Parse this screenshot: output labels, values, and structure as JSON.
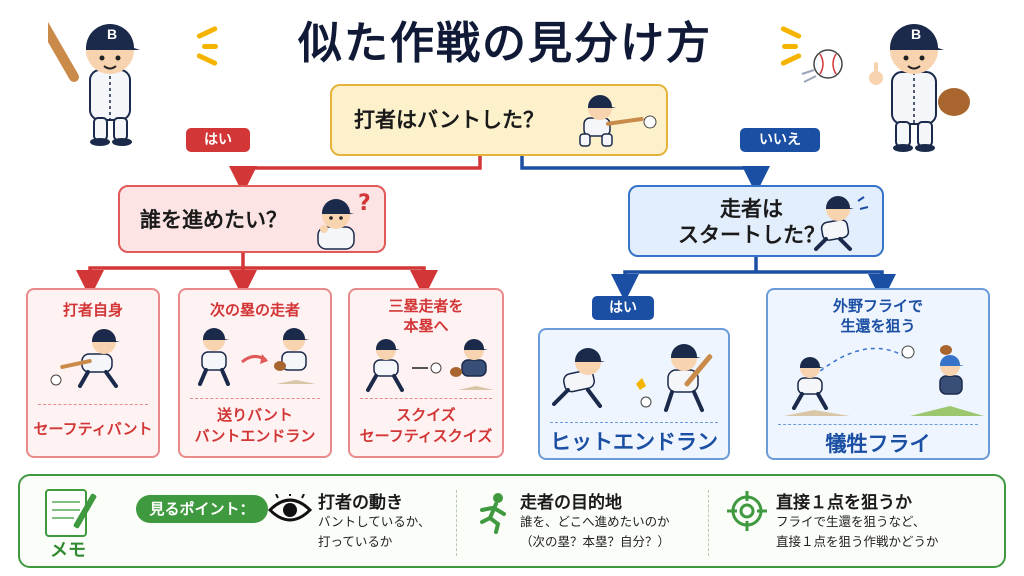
{
  "title": "似た作戦の見分け方",
  "root_question": "打者はバントした？",
  "branch_yes": "はい",
  "branch_no": "いいえ",
  "left_question": "誰を進めたい？",
  "left_question_mark": "?",
  "right_question": [
    "走者は",
    "スタートした？"
  ],
  "right_branch_yes": "はい",
  "cap_letter": "B",
  "left_cards": [
    {
      "heading": [
        "打者自身"
      ],
      "result": [
        "セーフティバント"
      ]
    },
    {
      "heading": [
        "次の塁の走者"
      ],
      "result": [
        "送りバント",
        "バントエンドラン"
      ]
    },
    {
      "heading": [
        "三塁走者を",
        "本塁へ"
      ],
      "result": [
        "スクイズ",
        "セーフティスクイズ"
      ]
    }
  ],
  "right_cards": [
    {
      "heading": [],
      "result": [
        "ヒットエンドラン"
      ]
    },
    {
      "heading": [
        "外野フライで",
        "生還を狙う"
      ],
      "result": [
        "犠牲フライ"
      ]
    }
  ],
  "memo": {
    "label": "メモ",
    "points_label": "見るポイント：",
    "points": [
      {
        "icon": "eye-icon",
        "title": "打者の動き",
        "desc": [
          "バントしているか、",
          "打っているか"
        ]
      },
      {
        "icon": "runner-icon",
        "title": "走者の目的地",
        "desc": [
          "誰を、どこへ進めたいのか",
          "（次の塁？本塁？自分？）"
        ]
      },
      {
        "icon": "target-icon",
        "title": "直接１点を狙うか",
        "desc": [
          "フライで生還を狙うなど、",
          "直接１点を狙う作戦かどうか"
        ]
      }
    ]
  },
  "colors": {
    "yes": "#d23636",
    "no": "#1b4fa3",
    "root_fill": "#fdf1cc",
    "memo_green": "#3f9a3f",
    "title_navy": "#101a36"
  }
}
